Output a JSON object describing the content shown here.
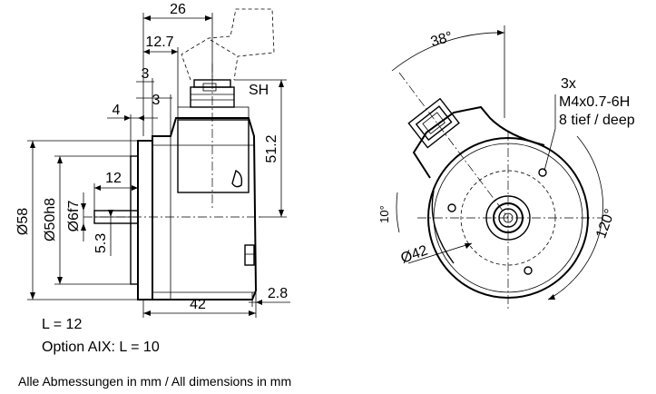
{
  "side_view": {
    "dimensions": {
      "d_26": "26",
      "d_12_7": "12.7",
      "d_3a": "3",
      "d_3b": "3",
      "d_4": "4",
      "d_12": "12",
      "d_58": "Ø58",
      "d_50h8": "Ø50h8",
      "d_6f7": "Ø6f7",
      "d_5_3": "5.3",
      "d_51_2": "51.2",
      "d_42": "42",
      "d_2_8": "2.8"
    },
    "sh_label": "SH"
  },
  "front_view": {
    "angle_38": "38°",
    "angle_10": "10°",
    "angle_120": "120°",
    "d_42": "Ø42",
    "hole_note": {
      "line1": "3x",
      "line2": "M4x0.7-6H",
      "line3": "8 tief / deep"
    }
  },
  "notes": {
    "length": "L = 12",
    "option": "Option AIX: L = 10",
    "footer": "Alle Abmessungen in mm / All dimensions in mm"
  }
}
